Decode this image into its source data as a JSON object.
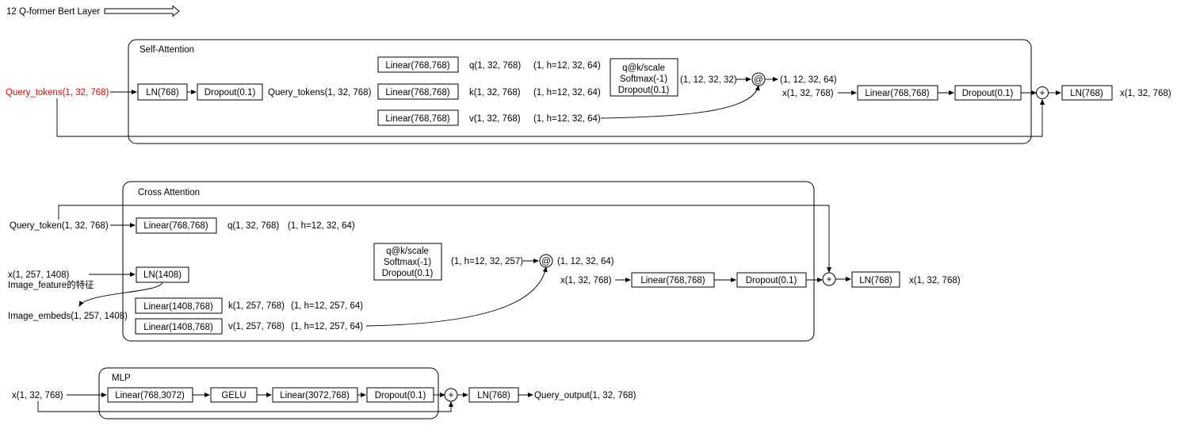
{
  "title": "12 Q-former Bert Layer",
  "self_attention": {
    "label": "Self-Attention",
    "input": "Query_tokens(1, 32, 768)",
    "ln": "LN(768)",
    "dropout_in": "Dropout(0.1)",
    "mid_text": "Query_tokens(1, 32, 768)",
    "linear_q": "Linear(768,768)",
    "linear_k": "Linear(768,768)",
    "linear_v": "Linear(768,768)",
    "q_shape": "q(1, 32, 768)",
    "k_shape": "k(1, 32, 768)",
    "v_shape": "v(1, 32, 768)",
    "q_heads": "(1, h=12, 32, 64)",
    "k_heads": "(1, h=12, 32, 64)",
    "v_heads": "(1, h=12, 32, 64)",
    "attn_box": [
      "q@k/scale",
      "Softmax(-1)",
      "Dropout(0.1)"
    ],
    "attn_shape": "(1, 12, 32, 32)",
    "matmul": "@",
    "matmul_out": "(1, 12, 32, 64)",
    "x_shape": "x(1, 32, 768)",
    "linear_out": "Linear(768,768)",
    "dropout_out": "Dropout(0.1)",
    "plus": "+",
    "ln_out": "LN(768)",
    "output": "x(1, 32, 768)"
  },
  "cross_attention": {
    "label": "Cross Attention",
    "query_input": "Query_token(1, 32, 768)",
    "linear_q": "Linear(768,768)",
    "q_shape": "q(1, 32, 768)",
    "q_heads": "(1, h=12, 32, 64)",
    "image_input": "x(1, 257, 1408)",
    "image_note": "Image_feature的特征",
    "ln": "LN(1408)",
    "image_embeds": "Image_embeds(1, 257, 1408)",
    "linear_k": "Linear(1408,768)",
    "linear_v": "Linear(1408,768)",
    "k_shape": "k(1, 257, 768)",
    "v_shape": "v(1, 257, 768)",
    "k_heads": "(1, h=12, 257, 64)",
    "v_heads": "(1, h=12, 257, 64)",
    "attn_box": [
      "q@k/scale",
      "Softmax(-1)",
      "Dropout(0.1)"
    ],
    "attn_shape": "(1, h=12, 32, 257)",
    "matmul": "@",
    "matmul_out": "(1, 12, 32, 64)",
    "x_shape": "x(1, 32, 768)",
    "linear_out": "Linear(768,768)",
    "dropout_out": "Dropout(0.1)",
    "plus": "+",
    "ln_out": "LN(768)",
    "output": "x(1, 32, 768)"
  },
  "mlp": {
    "label": "MLP",
    "input": "x(1, 32, 768)",
    "linear1": "Linear(768,3072)",
    "gelu": "GELU",
    "linear2": "Linear(3072,768)",
    "dropout": "Dropout(0.1)",
    "plus": "+",
    "ln": "LN(768)",
    "output": "Query_output(1, 32, 768)"
  }
}
